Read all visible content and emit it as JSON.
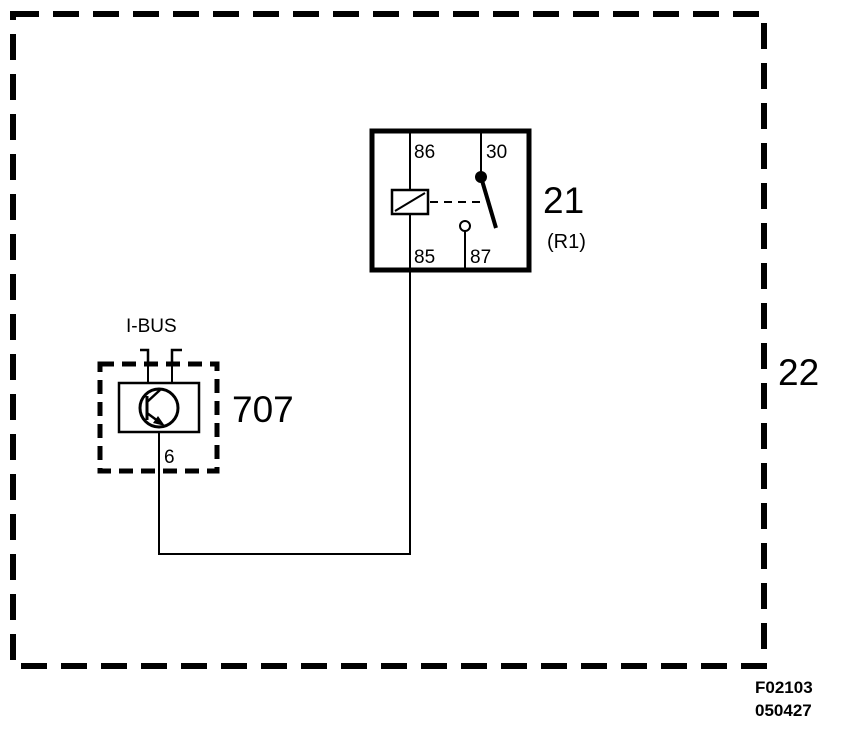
{
  "outer_box": {
    "label": "22"
  },
  "relay": {
    "label": "21",
    "sublabel": "(R1)",
    "pins": {
      "p86": "86",
      "p30": "30",
      "p85": "85",
      "p87": "87"
    }
  },
  "control_module": {
    "label": "707",
    "bus_label": "I-BUS",
    "pin": "6"
  },
  "footer": {
    "code1": "F02103",
    "code2": "050427"
  }
}
